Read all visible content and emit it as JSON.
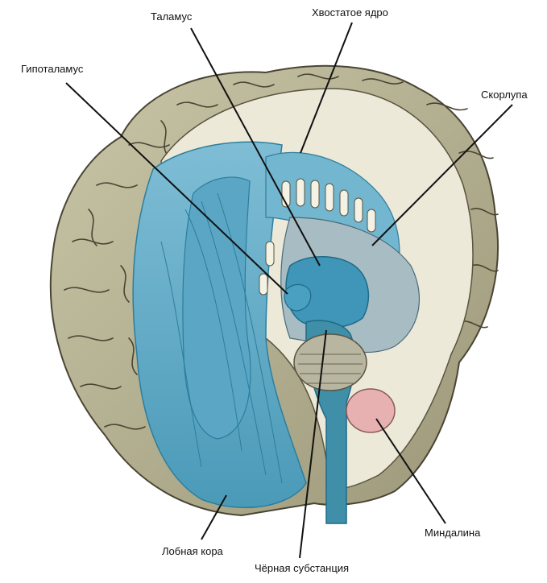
{
  "labels": {
    "thalamus": "Таламус",
    "caudate": "Хвостатое ядро",
    "hypothalamus": "Гипоталамус",
    "putamen": "Скорлупа",
    "amygdala": "Миндалина",
    "frontal_cortex": "Лобная кора",
    "substantia_nigra": "Чёрная субстанция"
  },
  "colors": {
    "cortex": "#b9b596",
    "cortex_dark": "#4a4433",
    "white_matter": "#ece9d8",
    "structure_blue": "#62abc9",
    "structure_dark_blue": "#2b7e9e",
    "amygdala_pink": "#e7b1b2",
    "label_line": "#111111"
  }
}
